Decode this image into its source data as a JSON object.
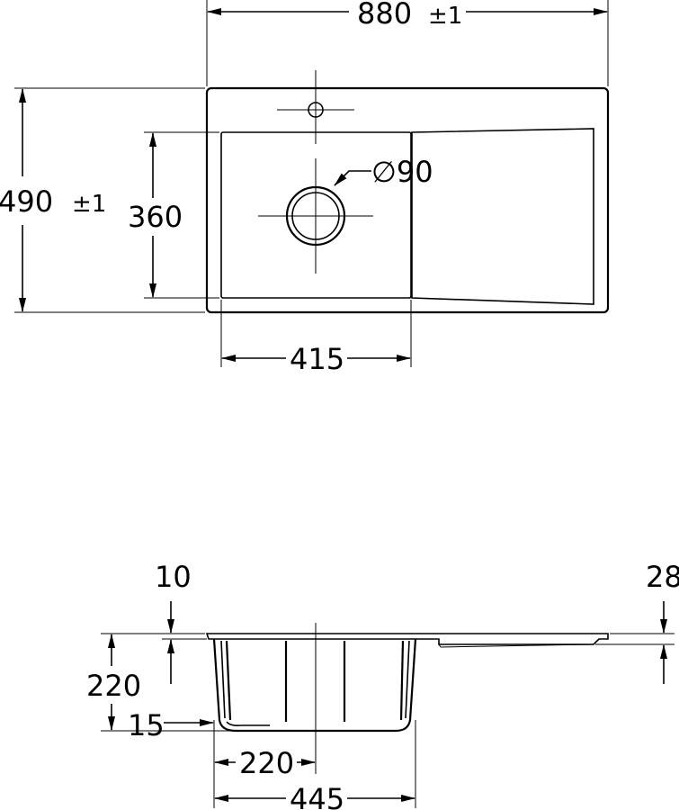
{
  "top_view": {
    "width": "880",
    "width_tol": "±1",
    "height": "490",
    "height_tol": "±1",
    "bowl_height": "360",
    "bowl_width": "415",
    "drain_diameter": "∅90"
  },
  "section_view": {
    "rim_thickness": "10",
    "drainer_depth": "28",
    "bowl_depth": "220",
    "wall_offset": "15",
    "drain_offset": "220",
    "bowl_width": "445"
  }
}
